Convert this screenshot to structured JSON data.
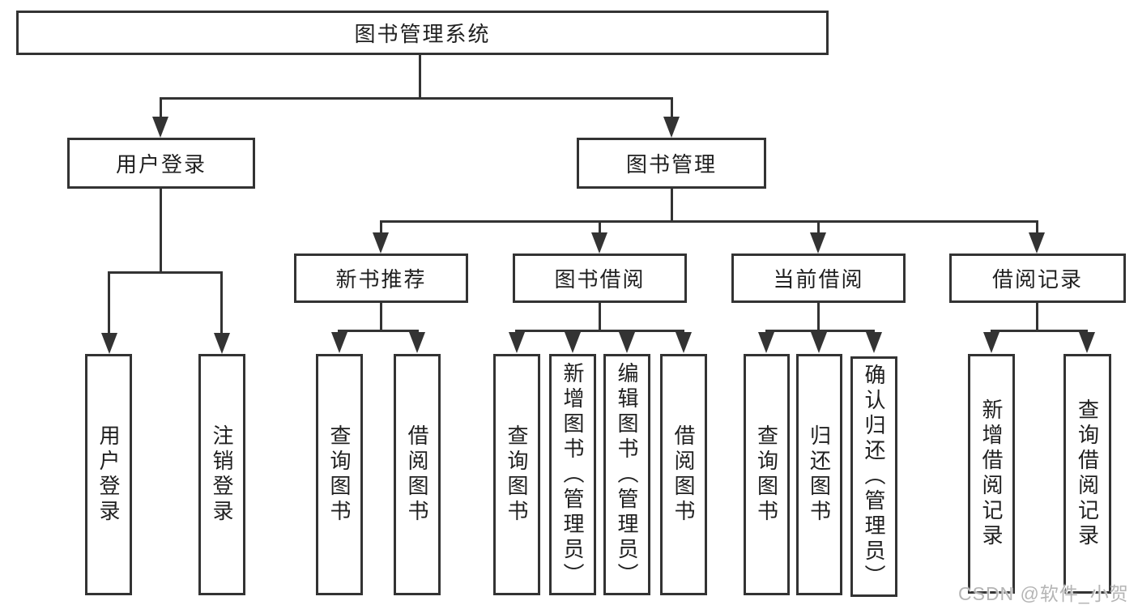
{
  "colors": {
    "line": "#333333",
    "text": "#1f1f1f",
    "background": "#ffffff",
    "watermark": "#b5b5b5"
  },
  "watermark": {
    "text": "CSDN @软件_小贺同学"
  },
  "diagram": {
    "root": {
      "label": "图书管理系统"
    },
    "branches": [
      {
        "label": "用户登录",
        "children": [
          {
            "label": "用户登录"
          },
          {
            "label": "注销登录"
          }
        ]
      },
      {
        "label": "图书管理",
        "children": [
          {
            "label": "新书推荐",
            "children": [
              {
                "label": "查询图书"
              },
              {
                "label": "借阅图书"
              }
            ]
          },
          {
            "label": "图书借阅",
            "children": [
              {
                "label": "查询图书"
              },
              {
                "label": "新增图书（管理员）"
              },
              {
                "label": "编辑图书（管理员）"
              },
              {
                "label": "借阅图书"
              }
            ]
          },
          {
            "label": "当前借阅",
            "children": [
              {
                "label": "查询图书"
              },
              {
                "label": "归还图书"
              },
              {
                "label": "确认归还（管理员）"
              }
            ]
          },
          {
            "label": "借阅记录",
            "children": [
              {
                "label": "新增借阅记录"
              },
              {
                "label": "查询借阅记录"
              }
            ]
          }
        ]
      }
    ]
  }
}
